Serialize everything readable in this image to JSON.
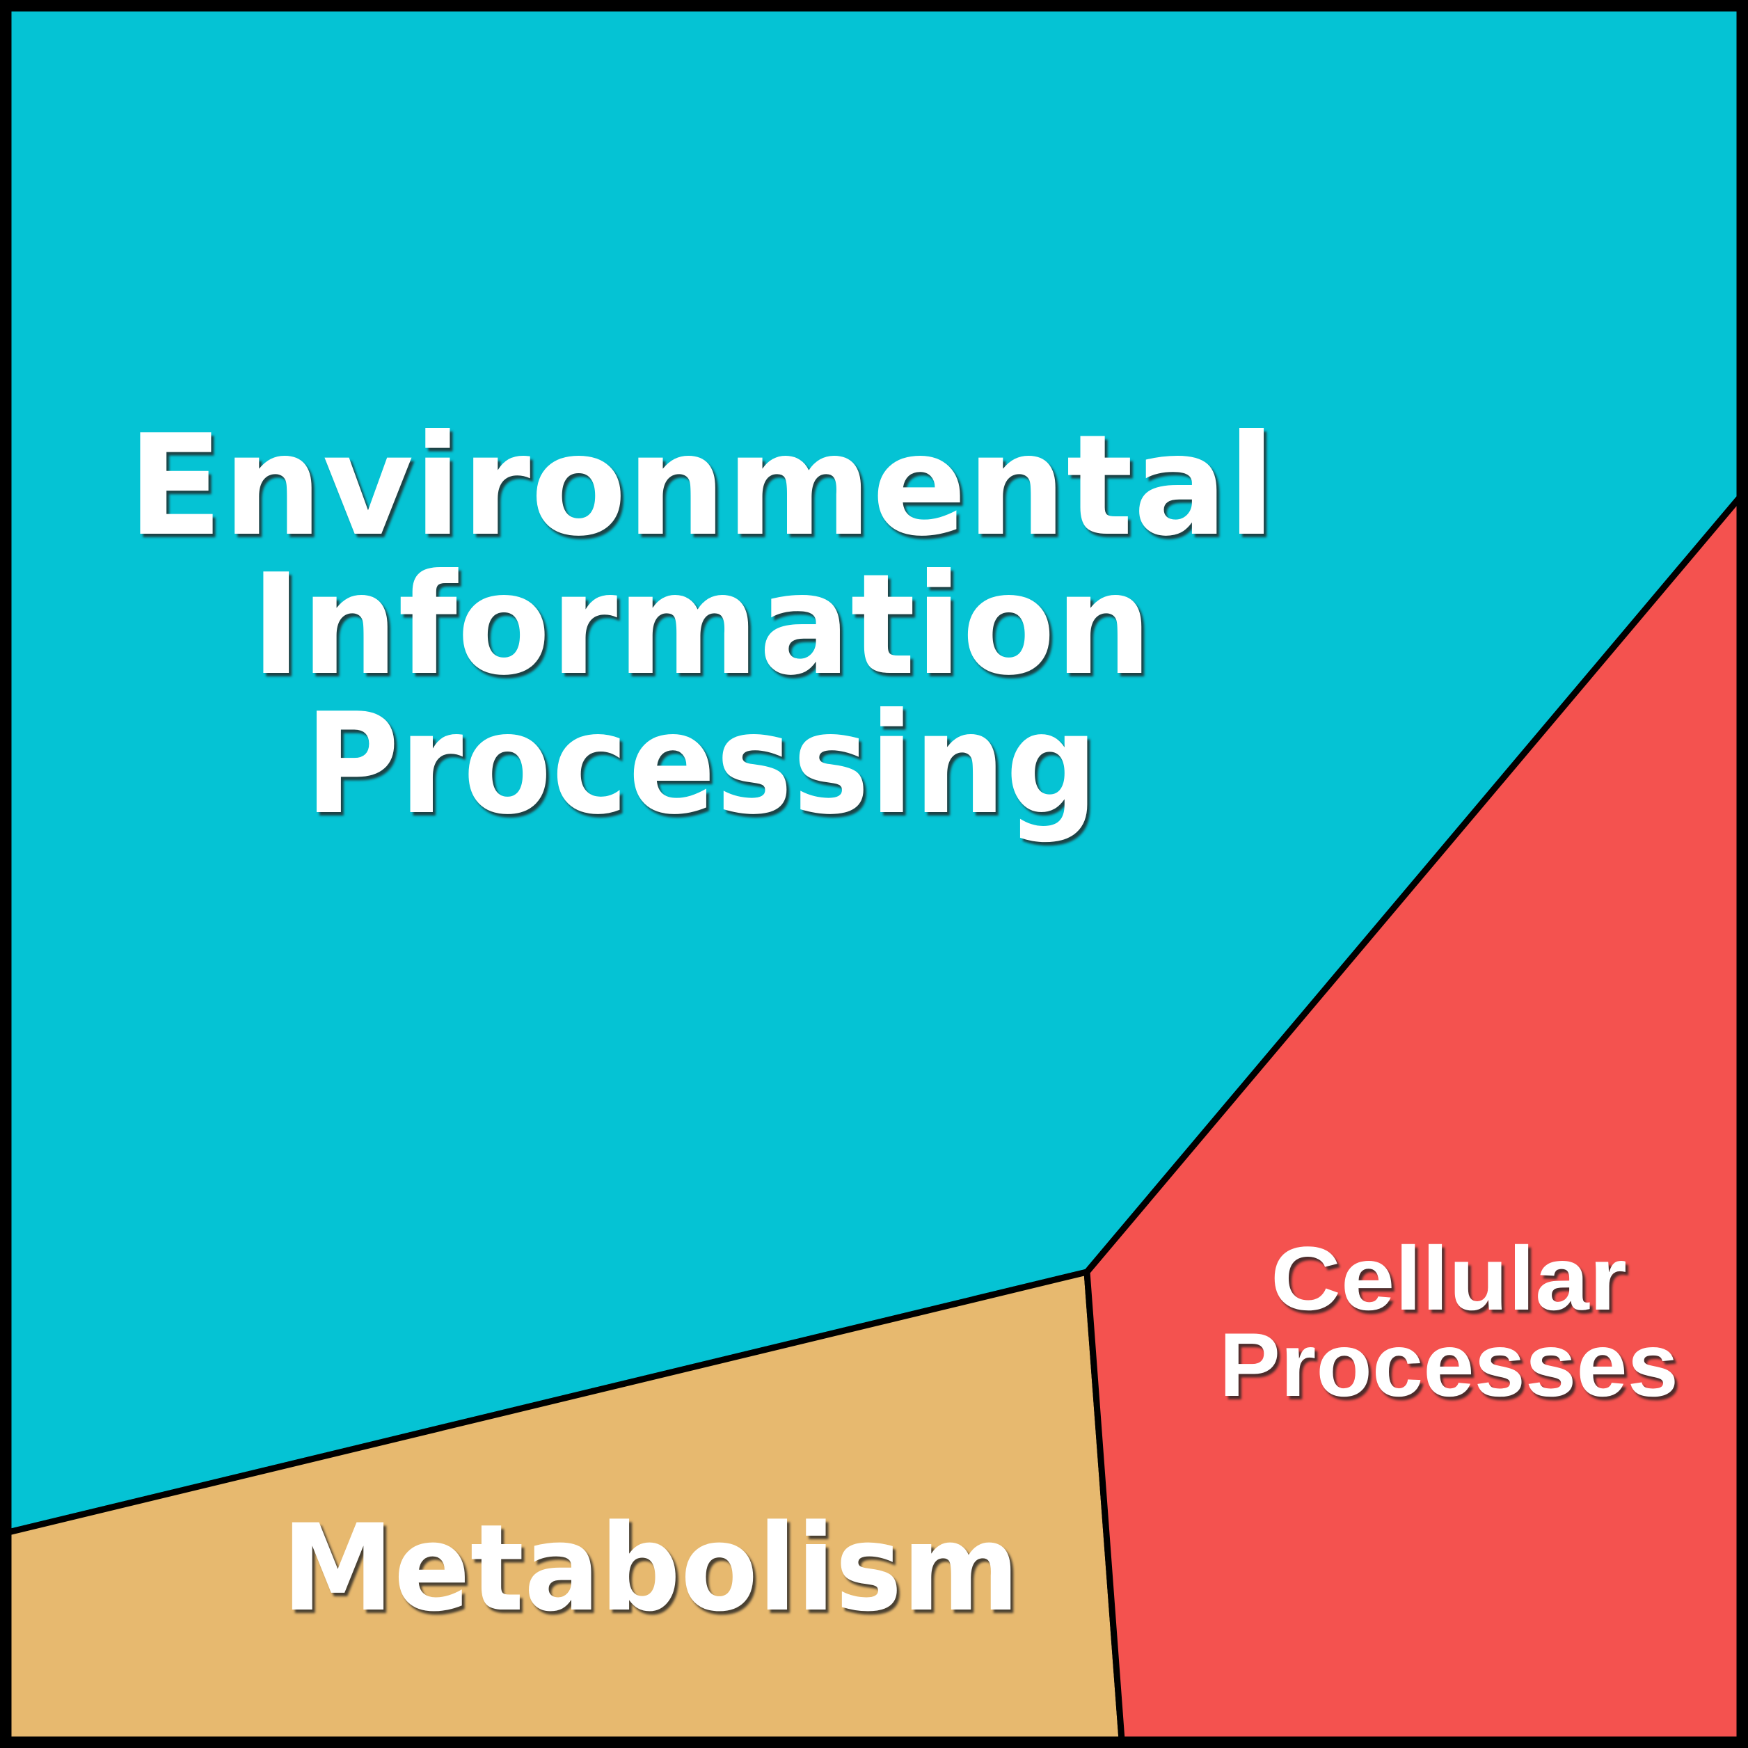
{
  "chart_data": {
    "type": "voronoi-treemap",
    "title": "",
    "legend": "none",
    "border_color": "#000000",
    "label_text_color": "#FFFFFF",
    "label_shadow_color": "#222222",
    "regions": [
      {
        "name": "Environmental Information Processing",
        "label_lines": [
          "Environmental",
          "Information",
          "Processing"
        ],
        "color": "#05C3D4",
        "area_percent": 69
      },
      {
        "name": "Metabolism",
        "label_lines": [
          "Metabolism"
        ],
        "color": "#E7B96F",
        "area_percent": 12
      },
      {
        "name": "Cellular Processes",
        "label_lines": [
          "Cellular",
          "Processes"
        ],
        "color": "#F4524F",
        "area_percent": 19
      }
    ]
  }
}
